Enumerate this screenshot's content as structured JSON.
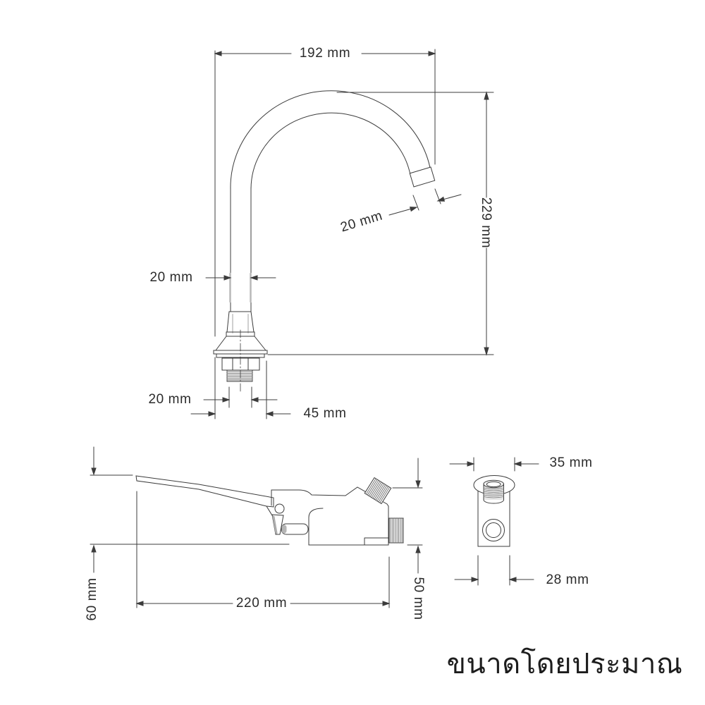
{
  "colors": {
    "line": "#3c3c3c",
    "text": "#2b2b2b",
    "background": "#ffffff",
    "accent_gray": "#b5b5b5"
  },
  "faucet_front_view": {
    "dims": {
      "spout_reach": "192 mm",
      "overall_height": "229 mm",
      "spout_tip_diameter": "20 mm",
      "pipe_diameter": "20 mm",
      "thread_diameter": "20 mm",
      "base_width": "45 mm"
    }
  },
  "pedal_side_view": {
    "dims": {
      "height_left": "60 mm",
      "length": "220 mm",
      "height_right": "50 mm"
    }
  },
  "pedal_top_view": {
    "dims": {
      "flange_width": "35 mm",
      "body_width": "28 mm"
    }
  },
  "caption": {
    "text": "ขนาดโดยประมาณ"
  }
}
